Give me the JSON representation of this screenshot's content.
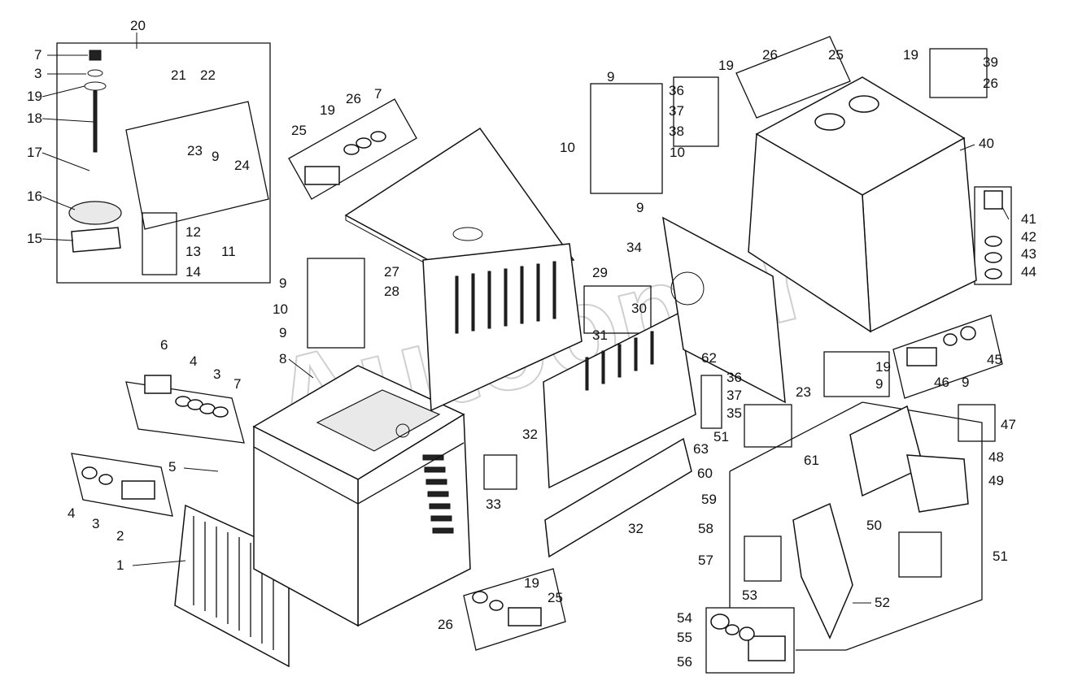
{
  "watermark": "Autoopt.ru",
  "callouts": [
    "1",
    "2",
    "3",
    "4",
    "5",
    "6",
    "7",
    "8",
    "9",
    "10",
    "11",
    "12",
    "13",
    "14",
    "15",
    "16",
    "17",
    "18",
    "19",
    "20",
    "21",
    "22",
    "23",
    "24",
    "25",
    "26",
    "27",
    "28",
    "29",
    "30",
    "31",
    "32",
    "33",
    "34",
    "35",
    "36",
    "37",
    "38",
    "39",
    "40",
    "41",
    "42",
    "43",
    "44",
    "45",
    "46",
    "47",
    "48",
    "49",
    "50",
    "51",
    "52",
    "53",
    "54",
    "55",
    "56",
    "57",
    "58",
    "59",
    "60",
    "61",
    "62",
    "63"
  ]
}
